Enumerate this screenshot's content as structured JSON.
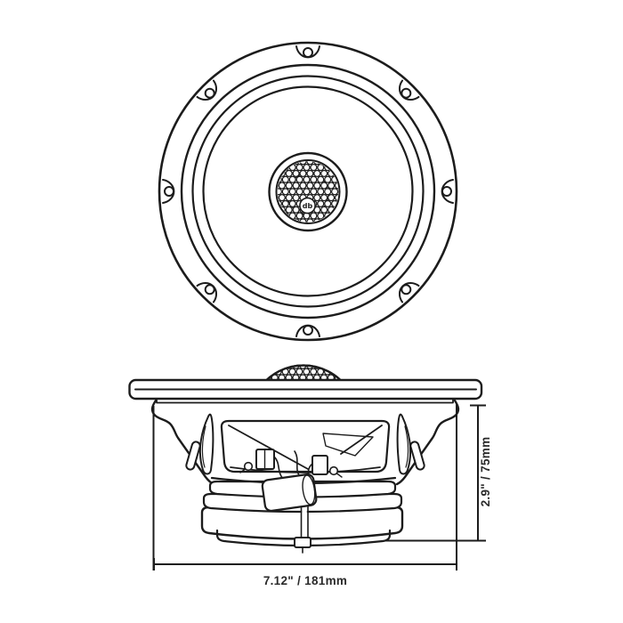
{
  "drawing": {
    "logo_text": "db",
    "width_dimension": "7.12\" / 181mm",
    "height_dimension": "2.9\" / 75mm"
  },
  "colors": {
    "line": "#1c1c1c",
    "background": "#ffffff",
    "dimension_text": "#2a2a2a"
  }
}
